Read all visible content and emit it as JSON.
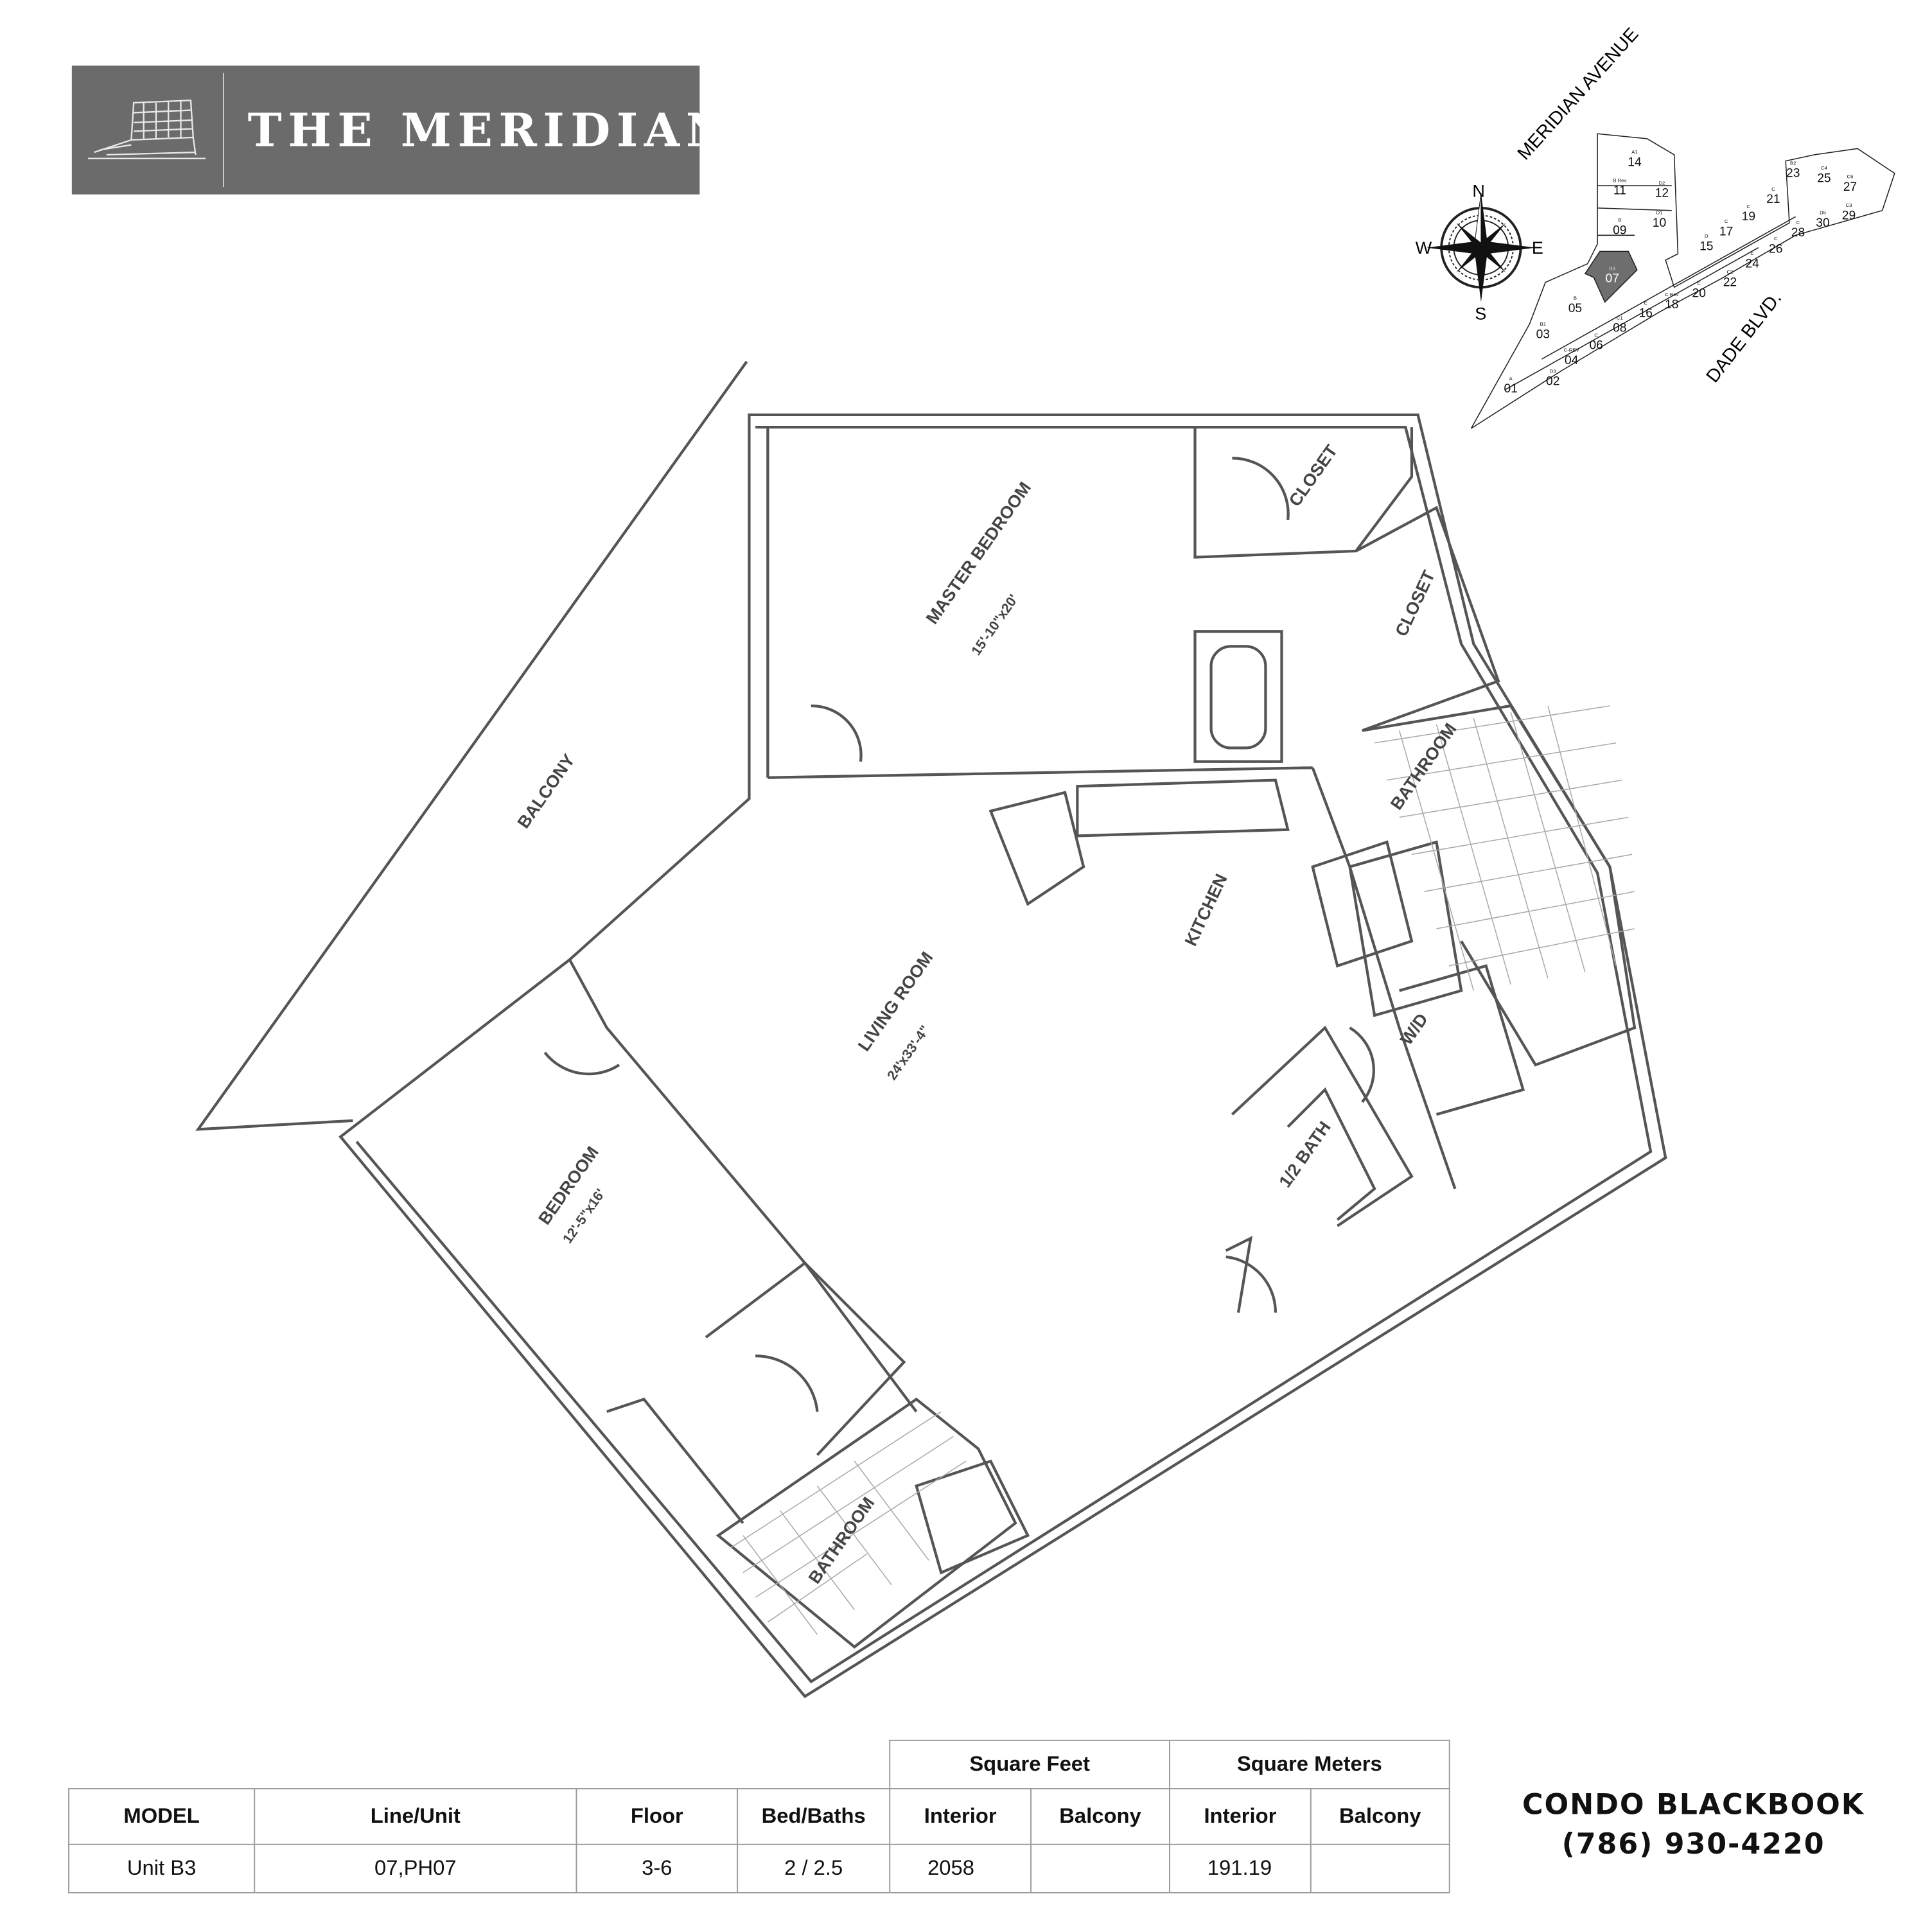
{
  "logo": {
    "title": "THE MERIDIAN",
    "background": "#6b6b6b"
  },
  "key_plan": {
    "streets": [
      "MERIDIAN AVENUE",
      "DADE BLVD."
    ],
    "compass": {
      "n": "N",
      "s": "S",
      "e": "E",
      "w": "W"
    },
    "highlight_color": "#6e6e6e",
    "units": [
      {
        "num": "01",
        "type": "A"
      },
      {
        "num": "02",
        "type": "D3"
      },
      {
        "num": "03",
        "type": "B1"
      },
      {
        "num": "04",
        "type": "C-REV"
      },
      {
        "num": "05",
        "type": "B"
      },
      {
        "num": "06",
        "type": "C"
      },
      {
        "num": "07",
        "type": "B3",
        "selected": true
      },
      {
        "num": "08",
        "type": "C1"
      },
      {
        "num": "09",
        "type": "B"
      },
      {
        "num": "10",
        "type": "D1"
      },
      {
        "num": "11",
        "type": "B Rev"
      },
      {
        "num": "12",
        "type": "D2"
      },
      {
        "num": "14",
        "type": "A1"
      },
      {
        "num": "15",
        "type": "D"
      },
      {
        "num": "16",
        "type": "C"
      },
      {
        "num": "17",
        "type": "C"
      },
      {
        "num": "18",
        "type": "C Rev"
      },
      {
        "num": "19",
        "type": "C"
      },
      {
        "num": "20",
        "type": "C"
      },
      {
        "num": "21",
        "type": "C"
      },
      {
        "num": "22",
        "type": "C2"
      },
      {
        "num": "23",
        "type": "B2"
      },
      {
        "num": "24",
        "type": "C"
      },
      {
        "num": "25",
        "type": "C4"
      },
      {
        "num": "26",
        "type": "C"
      },
      {
        "num": "27",
        "type": "C6"
      },
      {
        "num": "28",
        "type": "C"
      },
      {
        "num": "29",
        "type": "C3"
      },
      {
        "num": "30",
        "type": "D5"
      }
    ]
  },
  "floor_plan": {
    "rooms": {
      "balcony": "BALCONY",
      "master_bedroom": "MASTER BEDROOM",
      "master_bedroom_dims": "15'-10\"x20'",
      "closet_1": "CLOSET",
      "closet_2": "CLOSET",
      "master_bathroom": "BATHROOM",
      "kitchen": "KITCHEN",
      "living_room": "LIVING ROOM",
      "living_room_dims": "24'x33'-4\"",
      "wd": "W/D",
      "half_bath": "1/2 BATH",
      "bedroom": "BEDROOM",
      "bedroom_dims": "12'-5\"x16'",
      "bathroom": "BATHROOM"
    }
  },
  "table": {
    "group_headers": [
      "Square Feet",
      "Square Meters"
    ],
    "headers": [
      "MODEL",
      "Line/Unit",
      "Floor",
      "Bed/Baths",
      "Interior",
      "Balcony",
      "Interior",
      "Balcony"
    ],
    "row": [
      "Unit B3",
      "07,PH07",
      "3-6",
      "2 / 2.5",
      "2058",
      "",
      "191.19",
      ""
    ]
  },
  "brand": {
    "name_light": "CONDO",
    "name_bold": "BLACKBOOK",
    "phone": "(786) 930-4220"
  }
}
